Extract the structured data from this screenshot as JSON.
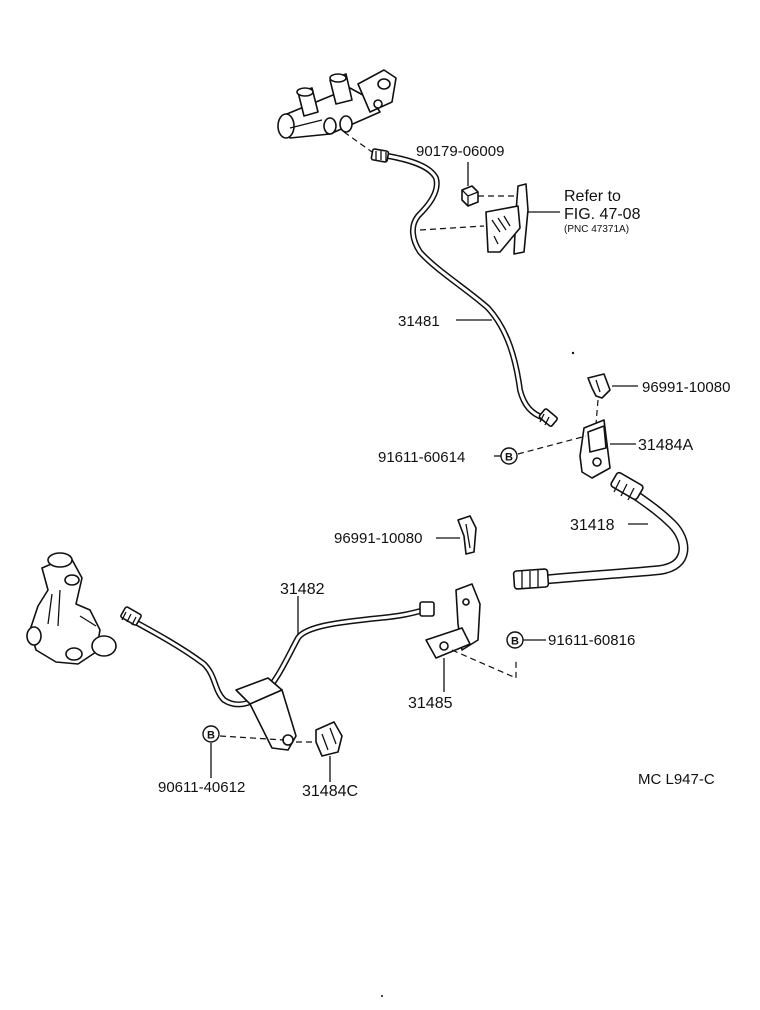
{
  "labels": {
    "p90179": "90179-06009",
    "refer_line1": "Refer to",
    "refer_line2": "FIG. 47-08",
    "refer_pnc": "(PNC 47371A)",
    "p31481": "31481",
    "p96991_top": "96991-10080",
    "p91611_60614": "91611-60614",
    "p31484A": "31484A",
    "p31418": "31418",
    "p96991_mid": "96991-10080",
    "p31482": "31482",
    "p91611_60816": "91611-60816",
    "p31485": "31485",
    "p90611": "90611-40612",
    "p31484C": "31484C",
    "code": "MC L947-C"
  },
  "bolt_mark": "B",
  "icons": [
    "master-cylinder-icon",
    "brake-caliper-icon",
    "bracket-icon",
    "clip-icon",
    "nut-icon",
    "bolt-icon"
  ]
}
